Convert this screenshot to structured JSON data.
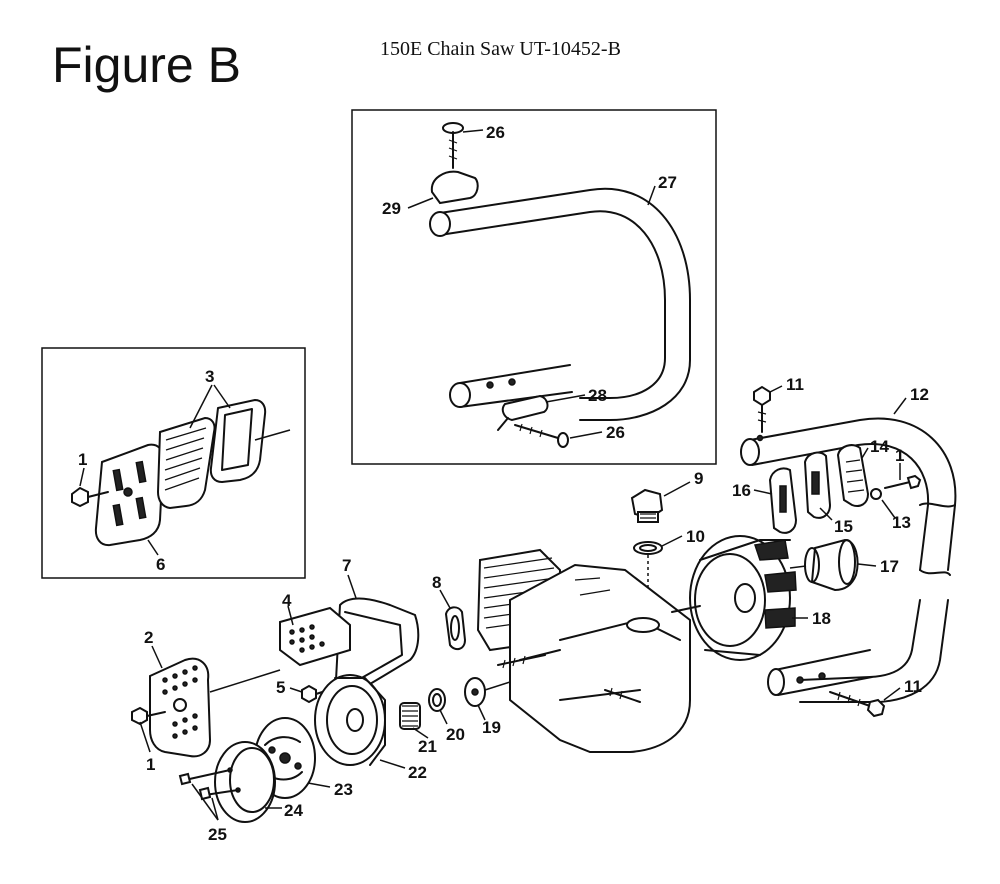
{
  "header": {
    "figure_label": "Figure B",
    "diagram_title": "150E Chain Saw UT-10452-B"
  },
  "callouts": [
    {
      "id": "c26a",
      "label": "26"
    },
    {
      "id": "c27",
      "label": "27"
    },
    {
      "id": "c29",
      "label": "29"
    },
    {
      "id": "c28",
      "label": "28"
    },
    {
      "id": "c26b",
      "label": "26"
    },
    {
      "id": "c3",
      "label": "3"
    },
    {
      "id": "c1a",
      "label": "1"
    },
    {
      "id": "c6",
      "label": "6"
    },
    {
      "id": "c11a",
      "label": "11"
    },
    {
      "id": "c12",
      "label": "12"
    },
    {
      "id": "c14",
      "label": "14"
    },
    {
      "id": "c1b",
      "label": "1"
    },
    {
      "id": "c9",
      "label": "9"
    },
    {
      "id": "c16",
      "label": "16"
    },
    {
      "id": "c13",
      "label": "13"
    },
    {
      "id": "c15",
      "label": "15"
    },
    {
      "id": "c10",
      "label": "10"
    },
    {
      "id": "c17",
      "label": "17"
    },
    {
      "id": "c7",
      "label": "7"
    },
    {
      "id": "c8",
      "label": "8"
    },
    {
      "id": "c4",
      "label": "4"
    },
    {
      "id": "c18",
      "label": "18"
    },
    {
      "id": "c2",
      "label": "2"
    },
    {
      "id": "c5",
      "label": "5"
    },
    {
      "id": "c11b",
      "label": "11"
    },
    {
      "id": "c21",
      "label": "21"
    },
    {
      "id": "c20",
      "label": "20"
    },
    {
      "id": "c19",
      "label": "19"
    },
    {
      "id": "c1c",
      "label": "1"
    },
    {
      "id": "c22",
      "label": "22"
    },
    {
      "id": "c23",
      "label": "23"
    },
    {
      "id": "c24",
      "label": "24"
    },
    {
      "id": "c25",
      "label": "25"
    }
  ]
}
